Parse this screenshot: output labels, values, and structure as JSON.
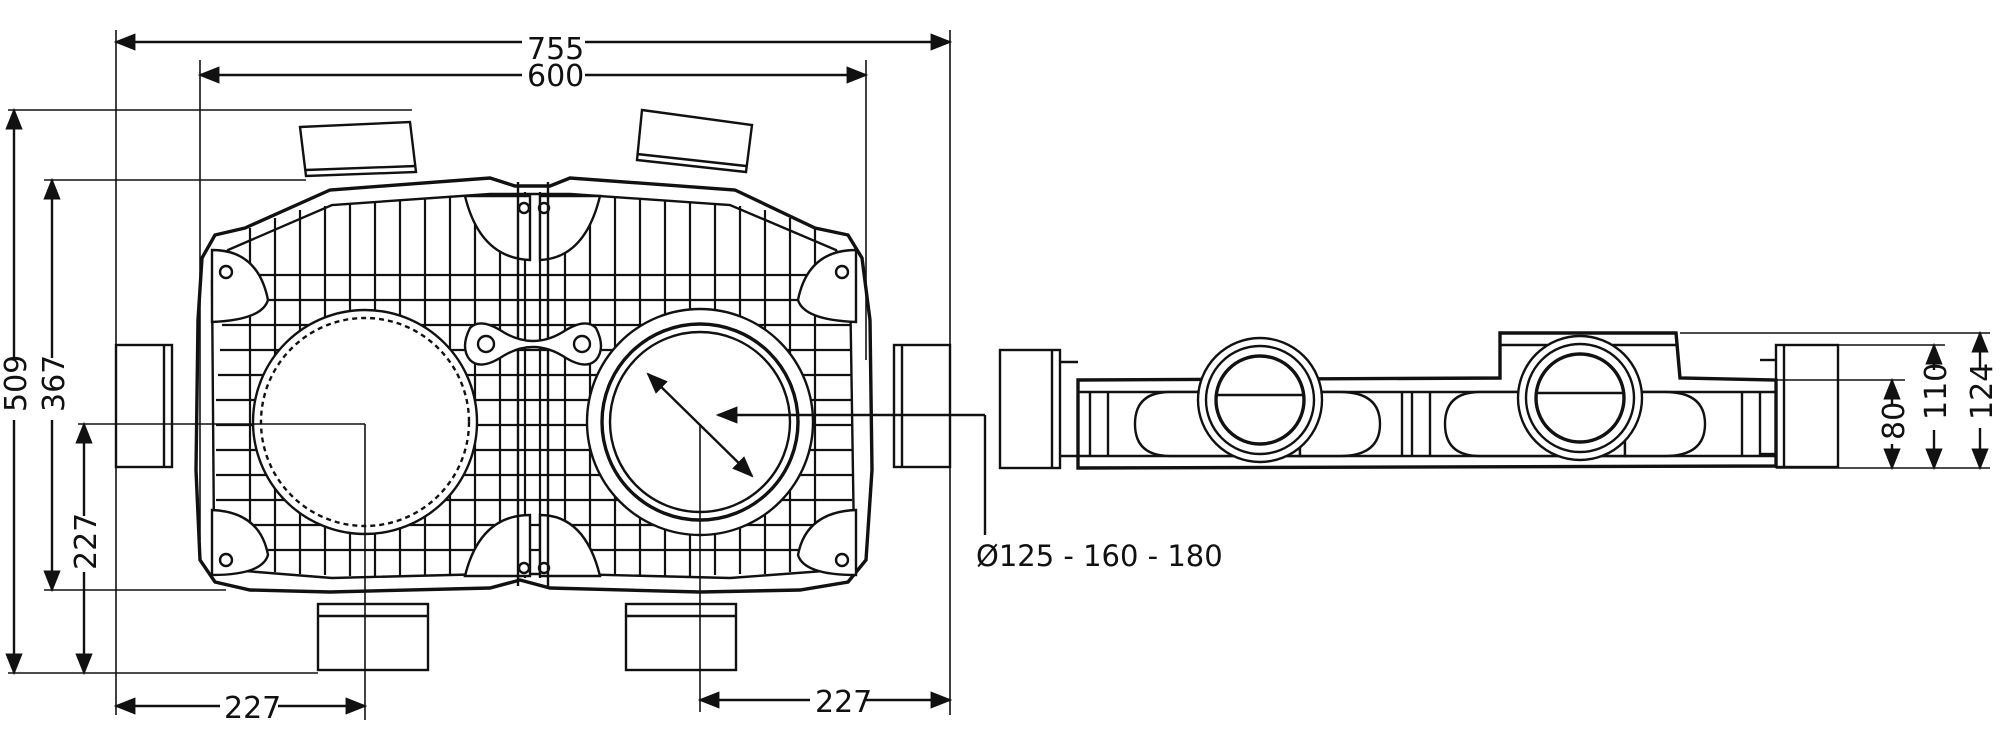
{
  "dimensions": {
    "overall_width": "755",
    "inner_width": "600",
    "overall_height": "509",
    "inner_height": "367",
    "lower_height": "227",
    "left_offset": "227",
    "right_offset": "227",
    "side_height_total": "124",
    "side_height_mid": "110",
    "side_height_inner": "80"
  },
  "callouts": {
    "duct_diameters": "Ø125 - 160 - 180"
  },
  "colors": {
    "line": "#111111",
    "background": "#ffffff"
  }
}
